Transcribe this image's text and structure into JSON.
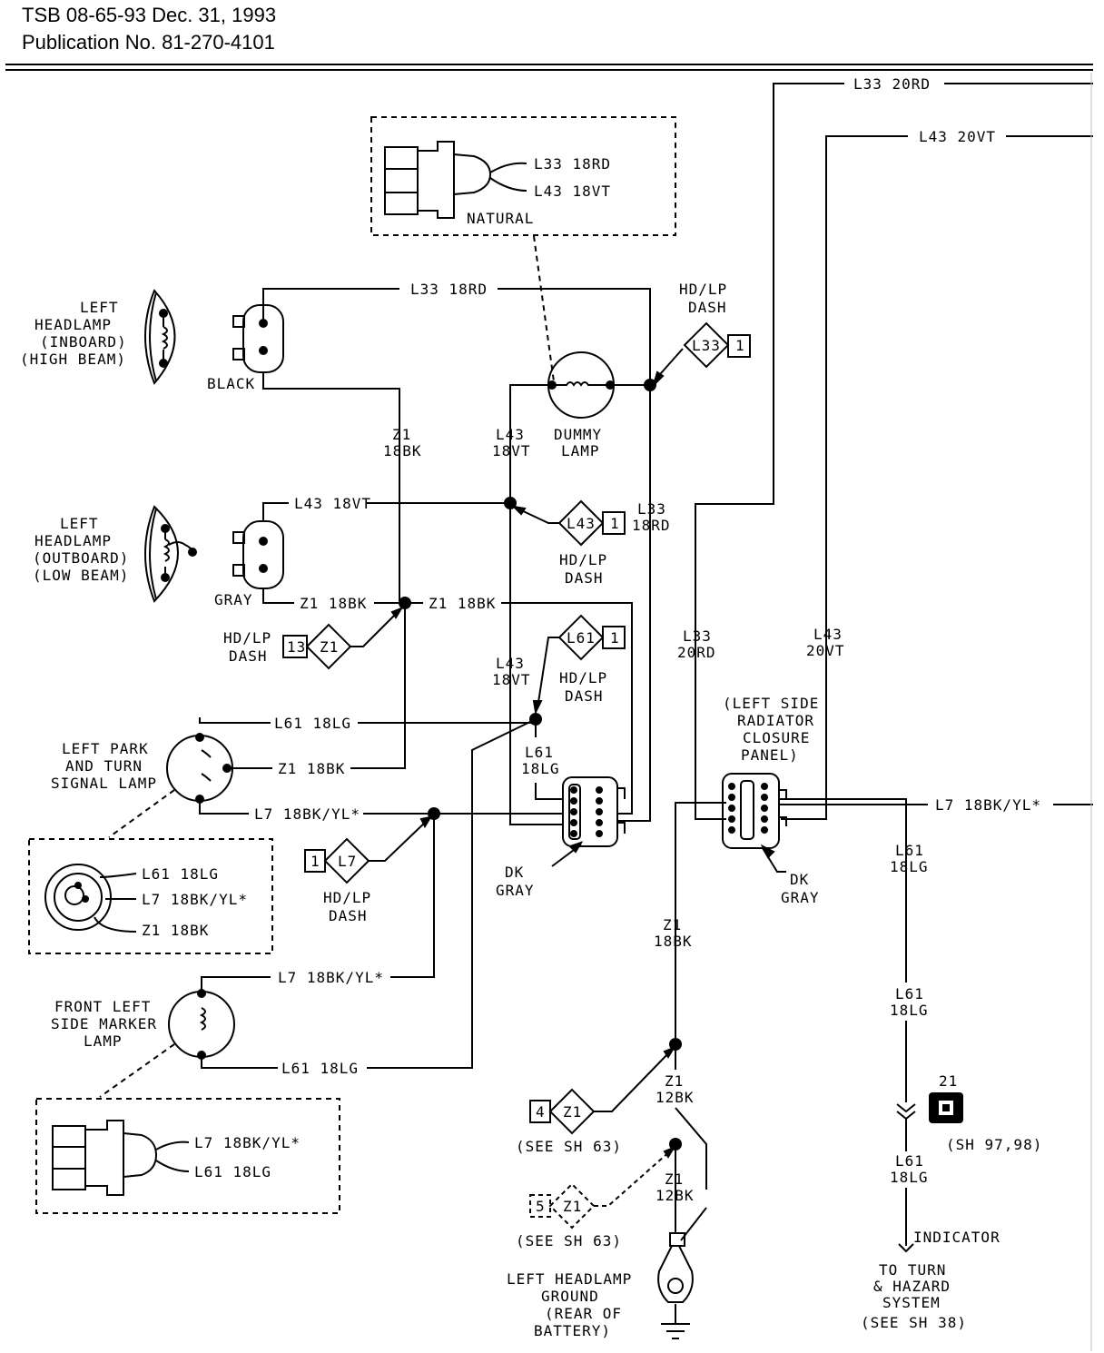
{
  "header": {
    "line1": "TSB 08-65-93 Dec. 31, 1993",
    "line2": "Publication No. 81-270-4101"
  },
  "labels": {
    "l33_20rd_top": "L33 20RD",
    "l43_20vt_top": "L43 20VT",
    "natural_l33": "L33 18RD",
    "natural_l43": "L43 18VT",
    "natural": "NATURAL",
    "l33_18rd_top": "L33 18RD",
    "hdlp_dash": [
      "HD/LP",
      "DASH"
    ],
    "left_headlamp_inboard": [
      "LEFT",
      "HEADLAMP",
      "(INBOARD)",
      "(HIGH BEAM)"
    ],
    "black": "BLACK",
    "z1_18bk_v": [
      "Z1",
      "18BK"
    ],
    "l43_18vt_v": [
      "L43",
      "18VT"
    ],
    "dummy_lamp": [
      "DUMMY",
      "LAMP"
    ],
    "l33_18rd_v": [
      "L33",
      "18RD"
    ],
    "l43_18vt_h": "L43 18VT",
    "left_headlamp_outboard": [
      "LEFT",
      "HEADLAMP",
      "(OUTBOARD)",
      "(LOW BEAM)"
    ],
    "gray": "GRAY",
    "z1_18bk_h": "Z1 18BK",
    "z1_18bk_h2": "Z1 18BK",
    "l61_18lg_h": "L61 18LG",
    "left_park_turn": [
      "LEFT PARK",
      "AND TURN",
      "SIGNAL LAMP"
    ],
    "z1_18bk_park": "Z1 18BK",
    "l7_18bk_yl": "L7 18BK/YL*",
    "l61_18lg_v": [
      "L61",
      "18LG"
    ],
    "dk_gray": [
      "DK",
      "GRAY"
    ],
    "l33_20rd_v": [
      "L33",
      "20RD"
    ],
    "l43_20vt_v": [
      "L43",
      "20VT"
    ],
    "left_side_radiator": [
      "(LEFT SIDE",
      "RADIATOR",
      "CLOSURE",
      "PANEL)"
    ],
    "l7_18bk_yl_right": "L7 18BK/YL*",
    "l61_18lg_right": [
      "L61",
      "18LG"
    ],
    "detail_park": [
      "L61 18LG",
      "L7 18BK/YL*",
      "Z1 18BK"
    ],
    "z1_18bk_lower": [
      "Z1",
      "18BK"
    ],
    "l7_18bk_yl_marker": "L7 18BK/YL*",
    "front_left_marker": [
      "FRONT LEFT",
      "SIDE MARKER",
      "LAMP"
    ],
    "l61_18lg_marker": "L61 18LG",
    "detail_marker": [
      "L7 18BK/YL*",
      "L61 18LG"
    ],
    "z1_12bk": [
      "Z1",
      "12BK"
    ],
    "see_sh_63": "(SEE SH 63)",
    "splice_21": "21",
    "sh_97_98": "(SH 97,98)",
    "indicator": "INDICATOR",
    "to_turn_hazard": [
      "TO TURN",
      "& HAZARD",
      "SYSTEM",
      "(SEE SH 38)"
    ],
    "left_headlamp_ground": [
      "LEFT HEADLAMP",
      "GROUND",
      "(REAR OF",
      "BATTERY)"
    ]
  },
  "connector_refs": {
    "l33_top": {
      "circuit": "L33",
      "pin": "1"
    },
    "l43_mid": {
      "circuit": "L43",
      "pin": "1"
    },
    "z1_13": {
      "circuit": "Z1",
      "pin": "13"
    },
    "l61_mid": {
      "circuit": "L61",
      "pin": "1"
    },
    "l7_1": {
      "circuit": "L7",
      "pin": "1"
    },
    "z1_4": {
      "circuit": "Z1",
      "pin": "4"
    },
    "z1_5": {
      "circuit": "Z1",
      "pin": "5"
    }
  }
}
